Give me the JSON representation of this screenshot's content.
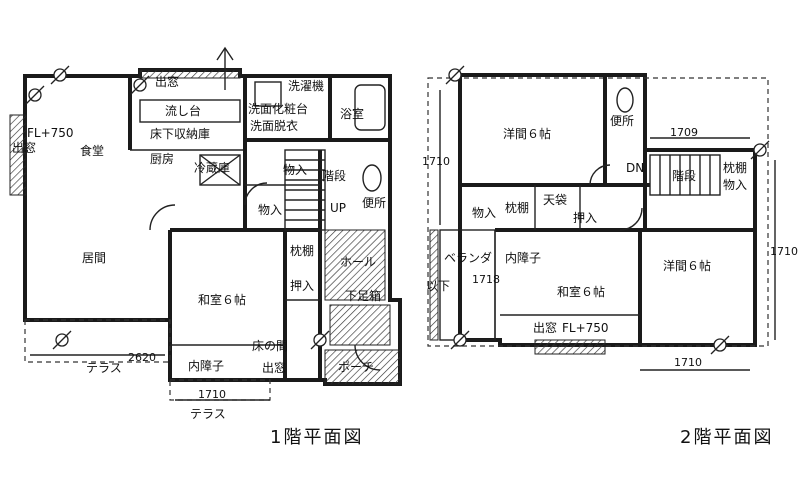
{
  "floor1": {
    "caption": "1階平面図",
    "rooms": {
      "deck": "出窓",
      "window_top": "出窓",
      "dining": "食堂",
      "kitchen": "厨房",
      "sink": "流し台",
      "fridge": "冷蔵庫",
      "underfloor": "床下収納庫",
      "fl750": "FL+750",
      "living": "居間",
      "washroom": "洗面化粧台",
      "dressing": "洗面脱衣",
      "laundry": "洗濯機",
      "bath": "浴室",
      "closet_a": "物入",
      "closet_b": "物入",
      "stair_up": "UP",
      "storage": "階段",
      "toilet": "便所",
      "hall": "ホール",
      "shoe": "下足箱",
      "porch": "ポーチ",
      "pillow": "枕棚",
      "oshiire": "押入",
      "washitsu": "和室６帖",
      "tokonoma": "床の間",
      "sliding": "内障子",
      "bay": "出窓",
      "terrace1": "テラス",
      "terrace2": "テラス"
    },
    "dims": {
      "d2620": "2620",
      "d1710": "1710"
    }
  },
  "floor2": {
    "caption": "2階平面図",
    "rooms": {
      "western_a": "洋間６帖",
      "toilet": "便所",
      "closet_top": "物入",
      "pillow_a": "枕棚",
      "storage_a": "天袋",
      "oshiire": "押入",
      "pillow_b": "枕棚",
      "closet_b": "物入",
      "dn": "DN",
      "stair": "階段",
      "veranda": "ベランダ",
      "sliding": "内障子",
      "washitsu": "和室６帖",
      "western_b": "洋間６帖",
      "bay": "出窓",
      "fl750": "FL+750",
      "note": "以下"
    },
    "dims": {
      "left": "1710",
      "top": "1709",
      "right": "1710",
      "bottom": "1710",
      "ver": "1718"
    }
  }
}
